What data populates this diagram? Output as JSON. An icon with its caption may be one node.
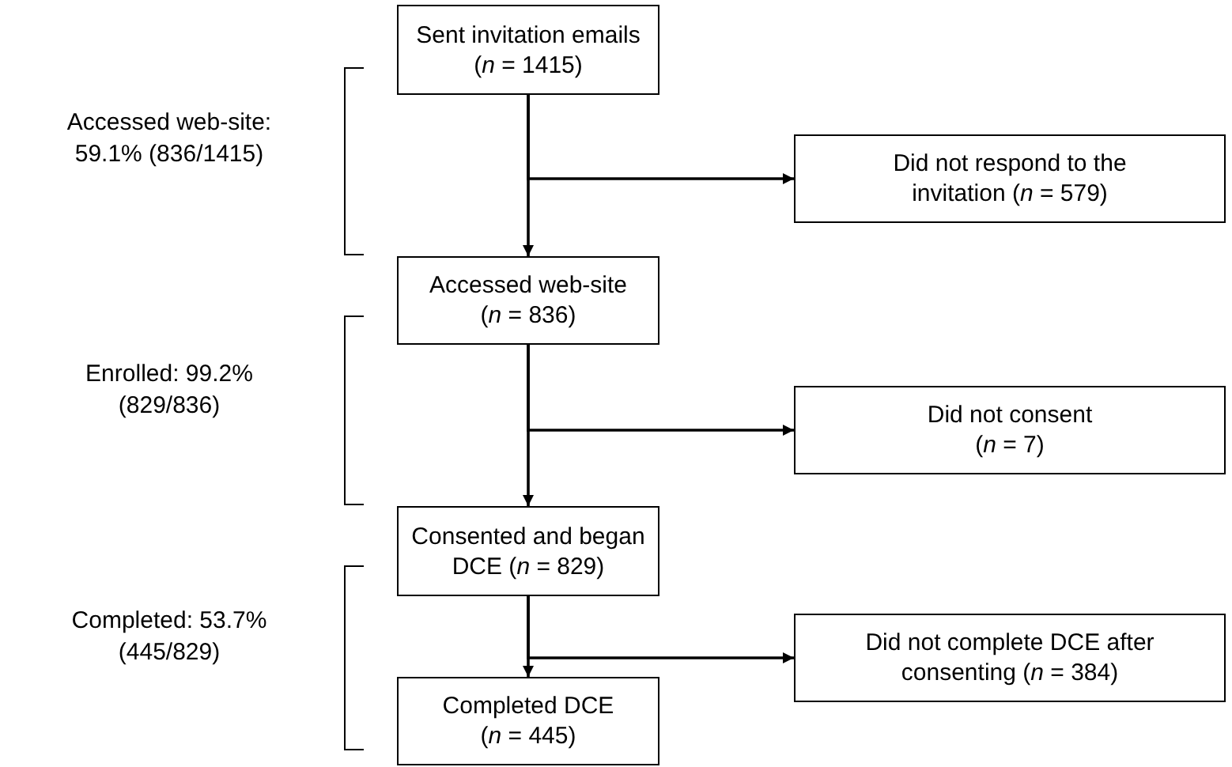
{
  "diagram": {
    "nodes": [
      {
        "text": [
          "Sent invitation emails (*n* = 1415)"
        ]
      },
      {
        "text": [
          "Did not respond to the invitation (*n* = 579)"
        ]
      },
      {
        "text": [
          "Accessed web-site (*n* = 836)"
        ]
      },
      {
        "text": [
          "Did not consent (*n* = 7)"
        ]
      },
      {
        "text": [
          "Consented and began DCE (*n* = 829)"
        ]
      },
      {
        "text": [
          "Did not complete DCE after consenting (*n* = 384)"
        ]
      },
      {
        "text": [
          "Completed DCE (*n* = 445)"
        ]
      }
    ],
    "edges": [
      {
        "from": 0,
        "to": 2,
        "arrow": "to"
      },
      {
        "from": 0,
        "to": 1,
        "arrow": "to"
      },
      {
        "from": 2,
        "to": 4,
        "arrow": "to"
      },
      {
        "from": 2,
        "to": 3,
        "arrow": "to"
      },
      {
        "from": 4,
        "to": 6,
        "arrow": "to"
      },
      {
        "from": 4,
        "to": 5,
        "arrow": "to"
      }
    ],
    "labels": [
      "Accessed web-site: 59.1% (836/1415)",
      "Enrolled: 99.2% (829/836)",
      "Completed: 53.7% (445/829)"
    ]
  }
}
